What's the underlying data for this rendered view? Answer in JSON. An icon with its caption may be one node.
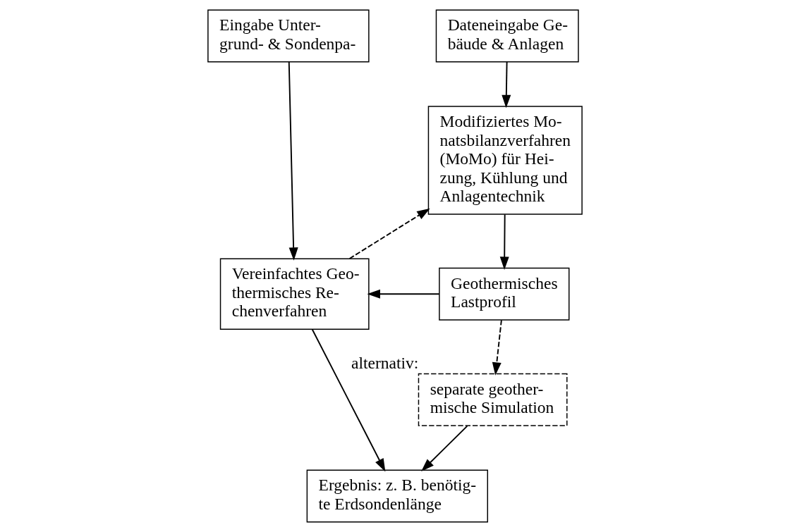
{
  "diagram": {
    "nodes": [
      {
        "text": [
          "Eingabe Unter- grund- & Sondenpa-"
        ]
      },
      {
        "text": [
          "Dateneingabe Ge- bäude & Anlagen"
        ]
      },
      {
        "text": [
          "Modifiziertes Mo- natsbilanzverfahren (MoMo) für Hei- zung, Kühlung und Anlagentechnik"
        ]
      },
      {
        "text": [
          "Vereinfachtes Geo- thermisches Re- chenverfahren"
        ]
      },
      {
        "text": [
          "Geothermisches Lastprofil"
        ]
      },
      {
        "text": [
          "separate geother- mische Simulation"
        ],
        "beside": [
          "alternativ:"
        ]
      },
      {
        "text": [
          "Ergebnis: z. B. benötig- te Erdsondenlänge"
        ]
      }
    ],
    "edges": [
      {
        "from": 0,
        "to": 3,
        "arrow": "to"
      },
      {
        "from": 1,
        "to": 2,
        "arrow": "to"
      },
      {
        "from": 3,
        "to": 2,
        "arrow": "to",
        "style": "dashed"
      },
      {
        "from": 2,
        "to": 4,
        "arrow": "to"
      },
      {
        "from": 4,
        "to": 3,
        "arrow": "to"
      },
      {
        "from": 4,
        "to": 5,
        "arrow": "to",
        "style": "dashed"
      },
      {
        "from": 3,
        "to": 6,
        "arrow": "to"
      },
      {
        "from": 5,
        "to": 6,
        "arrow": "to"
      }
    ]
  }
}
